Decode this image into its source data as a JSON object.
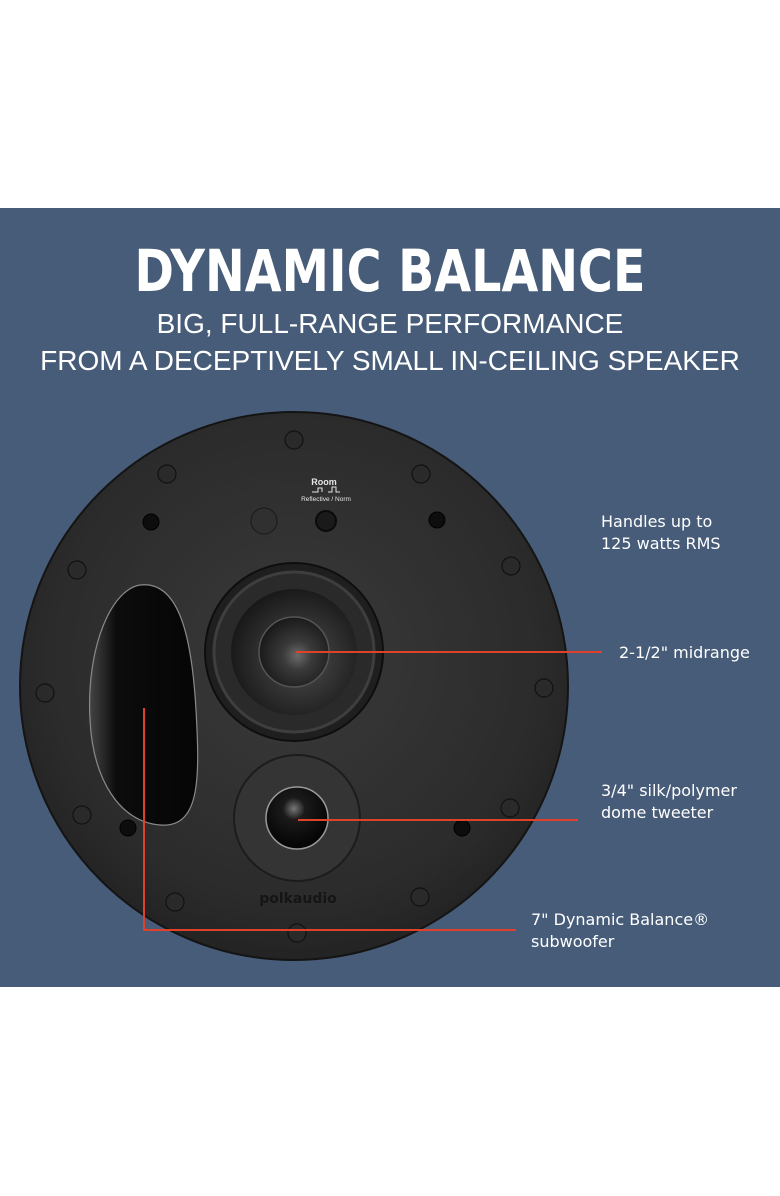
{
  "banner": {
    "headline": "DYNAMIC BALANCE",
    "subline_1": "BIG, FULL-RANGE PERFORMANCE",
    "subline_2": "FROM A DECEPTIVELY SMALL IN-CEILING SPEAKER"
  },
  "speaker": {
    "brand_logo": "polkaudio",
    "switch_label": "Room",
    "switch_options": "Reflective / Norm"
  },
  "callouts": [
    {
      "id": "power",
      "line_1": "Handles up to",
      "line_2": "125 watts RMS"
    },
    {
      "id": "midrange",
      "line_1": "2-1/2\" midrange"
    },
    {
      "id": "tweeter",
      "line_1": "3/4\" silk/polymer",
      "line_2": "dome tweeter"
    },
    {
      "id": "subwoofer",
      "line_1": "7\" Dynamic Balance®",
      "line_2": "subwoofer"
    }
  ],
  "colors": {
    "panel_bg": "#475c78",
    "leader_line": "#e0412b",
    "text": "#ffffff",
    "speaker_face": "#2e2e2e"
  }
}
